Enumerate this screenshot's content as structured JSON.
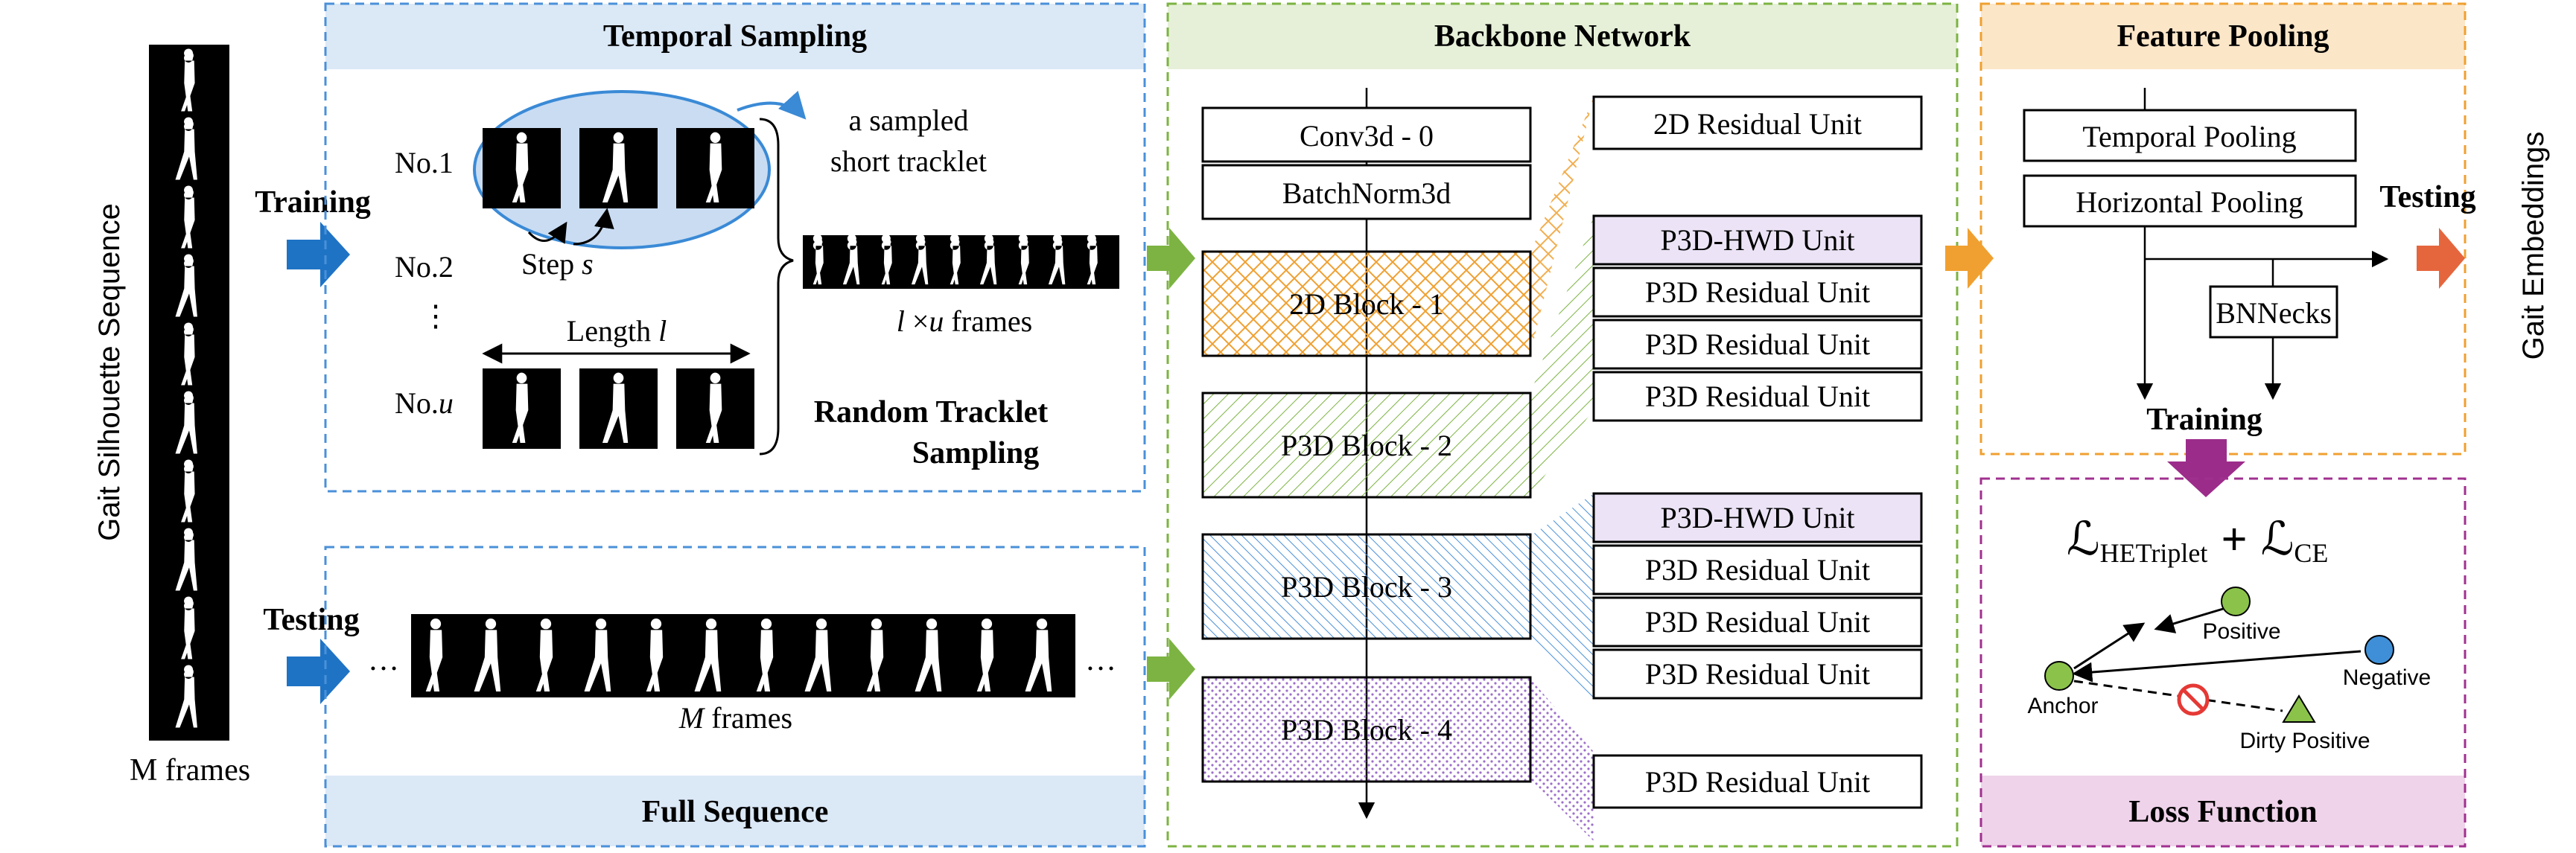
{
  "left": {
    "title": "Gait Silhouette Sequence",
    "frames_label": "M frames"
  },
  "arrows": {
    "training": "Training",
    "testing": "Testing"
  },
  "temporal_sampling": {
    "title": "Temporal Sampling",
    "rows": [
      "No.1",
      "No.2",
      "⋮",
      "No.u"
    ],
    "step": "Step s",
    "length": "Length l",
    "callout_line1": "a sampled",
    "callout_line2": "short tracklet",
    "frames": "l ×u frames",
    "method_line1": "Random Tracklet",
    "method_line2": "Sampling"
  },
  "full_sequence": {
    "title": "Full Sequence",
    "frames": "M frames",
    "ellipsis": "…"
  },
  "backbone": {
    "title": "Backbone Network",
    "stem": [
      "Conv3d - 0",
      "BatchNorm3d"
    ],
    "blocks": [
      "2D Block - 1",
      "P3D Block - 2",
      "P3D Block - 3",
      "P3D Block - 4"
    ],
    "units": {
      "g1": [
        "2D Residual Unit"
      ],
      "g2": [
        "P3D-HWD Unit",
        "P3D Residual Unit",
        "P3D Residual Unit",
        "P3D Residual Unit"
      ],
      "g3": [
        "P3D-HWD Unit",
        "P3D Residual Unit",
        "P3D Residual Unit",
        "P3D Residual Unit"
      ],
      "g4": [
        "P3D Residual Unit"
      ]
    }
  },
  "feature_pooling": {
    "title": "Feature Pooling",
    "temporal": "Temporal Pooling",
    "horizontal": "Horizontal Pooling",
    "bnnecks": "BNNecks",
    "testing": "Testing",
    "training": "Training"
  },
  "output": {
    "label": "Gait Embeddings"
  },
  "loss": {
    "title": "Loss Function",
    "formula_a": "ℒ",
    "formula_a_sub": "HETriplet",
    "formula_plus": "+",
    "formula_b": "ℒ",
    "formula_b_sub": "CE",
    "positive": "Positive",
    "negative": "Negative",
    "anchor": "Anchor",
    "dirty": "Dirty Positive"
  },
  "colors": {
    "blue_dash": "#4a90d9",
    "blue_fill": "#dbe8f6",
    "blue_arrow": "#1f73c5",
    "green_dash": "#7cb342",
    "green_fill": "#e6f0d8",
    "green_arrow": "#7cb342",
    "orange_dash": "#f0a030",
    "orange_fill": "#fbe6c8",
    "orange_arrow": "#f0a030",
    "purple_dash": "#a0308f",
    "pink_fill": "#efd3ea",
    "purple_arrow": "#9c2c8a",
    "red_arrow": "#e5663d",
    "lavender": "#ece4f6",
    "node_green": "#8bc34a",
    "node_blue": "#3f8fd8"
  }
}
